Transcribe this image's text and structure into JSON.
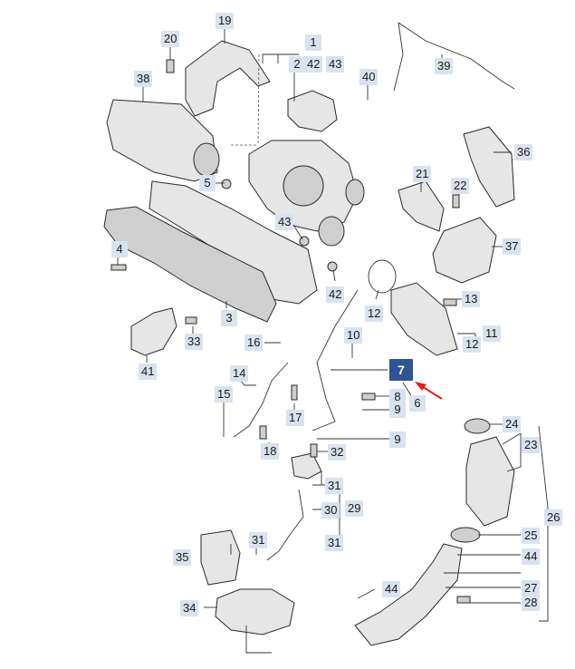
{
  "diagram": {
    "highlight_color": "#2d5493",
    "label_bg": "#d9e2ef",
    "arrow_color": "#e0201b",
    "labels": [
      {
        "id": "l1",
        "text": "1"
      },
      {
        "id": "l2",
        "text": "2"
      },
      {
        "id": "l42a",
        "text": "42"
      },
      {
        "id": "l43a",
        "text": "43"
      },
      {
        "id": "l19",
        "text": "19"
      },
      {
        "id": "l20",
        "text": "20"
      },
      {
        "id": "l39",
        "text": "39"
      },
      {
        "id": "l40",
        "text": "40"
      },
      {
        "id": "l38",
        "text": "38"
      },
      {
        "id": "l36",
        "text": "36"
      },
      {
        "id": "l21",
        "text": "21"
      },
      {
        "id": "l22",
        "text": "22"
      },
      {
        "id": "l5",
        "text": "5"
      },
      {
        "id": "l43b",
        "text": "43"
      },
      {
        "id": "l37",
        "text": "37"
      },
      {
        "id": "l4",
        "text": "4"
      },
      {
        "id": "l42b",
        "text": "42"
      },
      {
        "id": "l13",
        "text": "13"
      },
      {
        "id": "l12a",
        "text": "12"
      },
      {
        "id": "l3",
        "text": "3"
      },
      {
        "id": "l33",
        "text": "33"
      },
      {
        "id": "l11",
        "text": "11"
      },
      {
        "id": "l12b",
        "text": "12"
      },
      {
        "id": "l16",
        "text": "16"
      },
      {
        "id": "l10",
        "text": "10"
      },
      {
        "id": "l41",
        "text": "41"
      },
      {
        "id": "l7",
        "text": "7"
      },
      {
        "id": "l14",
        "text": "14"
      },
      {
        "id": "l15",
        "text": "15"
      },
      {
        "id": "l8",
        "text": "8"
      },
      {
        "id": "l6",
        "text": "6"
      },
      {
        "id": "l9a",
        "text": "9"
      },
      {
        "id": "l17",
        "text": "17"
      },
      {
        "id": "l24",
        "text": "24"
      },
      {
        "id": "l9b",
        "text": "9"
      },
      {
        "id": "l23",
        "text": "23"
      },
      {
        "id": "l18",
        "text": "18"
      },
      {
        "id": "l32",
        "text": "32"
      },
      {
        "id": "l31a",
        "text": "31"
      },
      {
        "id": "l29",
        "text": "29"
      },
      {
        "id": "l30",
        "text": "30"
      },
      {
        "id": "l31b",
        "text": "31"
      },
      {
        "id": "l26",
        "text": "26"
      },
      {
        "id": "l25",
        "text": "25"
      },
      {
        "id": "l35",
        "text": "35"
      },
      {
        "id": "l31c",
        "text": "31"
      },
      {
        "id": "l44a",
        "text": "44"
      },
      {
        "id": "l27",
        "text": "27"
      },
      {
        "id": "l44b",
        "text": "44"
      },
      {
        "id": "l34",
        "text": "34"
      },
      {
        "id": "l28",
        "text": "28"
      }
    ]
  }
}
